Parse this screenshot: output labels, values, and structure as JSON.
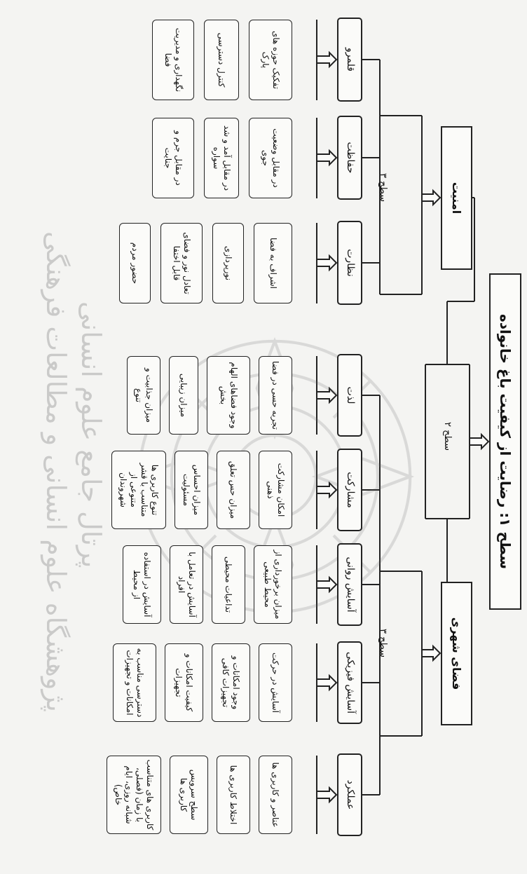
{
  "root": "سطح ۱: رضایت از کیفیت باغ خانواده",
  "level2_label": "سطح ۲",
  "level3_label": "سطح ۳",
  "branches": [
    {
      "title": "امنیت",
      "categories": [
        {
          "title": "قلمرو",
          "items": [
            "تفکیک حوزه های پارک",
            "کنترل دسترسی",
            "نگهداری و مدیریت فضا"
          ]
        },
        {
          "title": "حفاظت",
          "items": [
            "در مقابل وضعیت جوی",
            "در مقابل آمد و شد سواره",
            "در مقابل جرم و جنایت"
          ]
        },
        {
          "title": "نظارت",
          "items": [
            "اشراف به فضا",
            "نورپردازی",
            "تعادل نور و فضای قابل اختفا",
            "حضور مردم"
          ]
        }
      ]
    },
    {
      "title": "فضای شهری",
      "categories": [
        {
          "title": "لذت",
          "items": [
            "تجربه حسی در فضا",
            "وجود فضاهای الهام بخش",
            "میزان زیبایی",
            "میزان جذابیت و تنوع"
          ]
        },
        {
          "title": "مشارکت",
          "items": [
            "امکان مشارکت ذهنی",
            "میزان حس تعلق",
            "میزان احساس مسئولیت",
            "تنوع کاربری ها متناسب با قشر متنوعی از شهروندان"
          ]
        },
        {
          "title": "آسایش روانی",
          "items": [
            "میزان برخورداری از محیط طبیعی",
            "تداعیات محیطی",
            "آسایش در تعامل با افراد",
            "آسایش در استفاده از محیط"
          ]
        },
        {
          "title": "آسایش فیزیکی",
          "items": [
            "آسایش در حرکت",
            "وجود امکانات و تجهیزات کافی",
            "کیفیت امکانات و تجهیزات",
            "دسترسی مناسب به امکانات و تجهیزات"
          ]
        },
        {
          "title": "عملکرد",
          "items": [
            "عناصر و کاربری ها",
            "اختلاط کاربری ها",
            "سطح سرویس کاربری ها",
            "کاربری های متناسب با زمان (فصلی، شبانه روزی، ایام خاص)"
          ]
        }
      ]
    }
  ],
  "watermark_lines": [
    "پرتال جامع علوم انسانی",
    "پژوهشگاه علوم انسانی و مطالعات فرهنگی"
  ]
}
